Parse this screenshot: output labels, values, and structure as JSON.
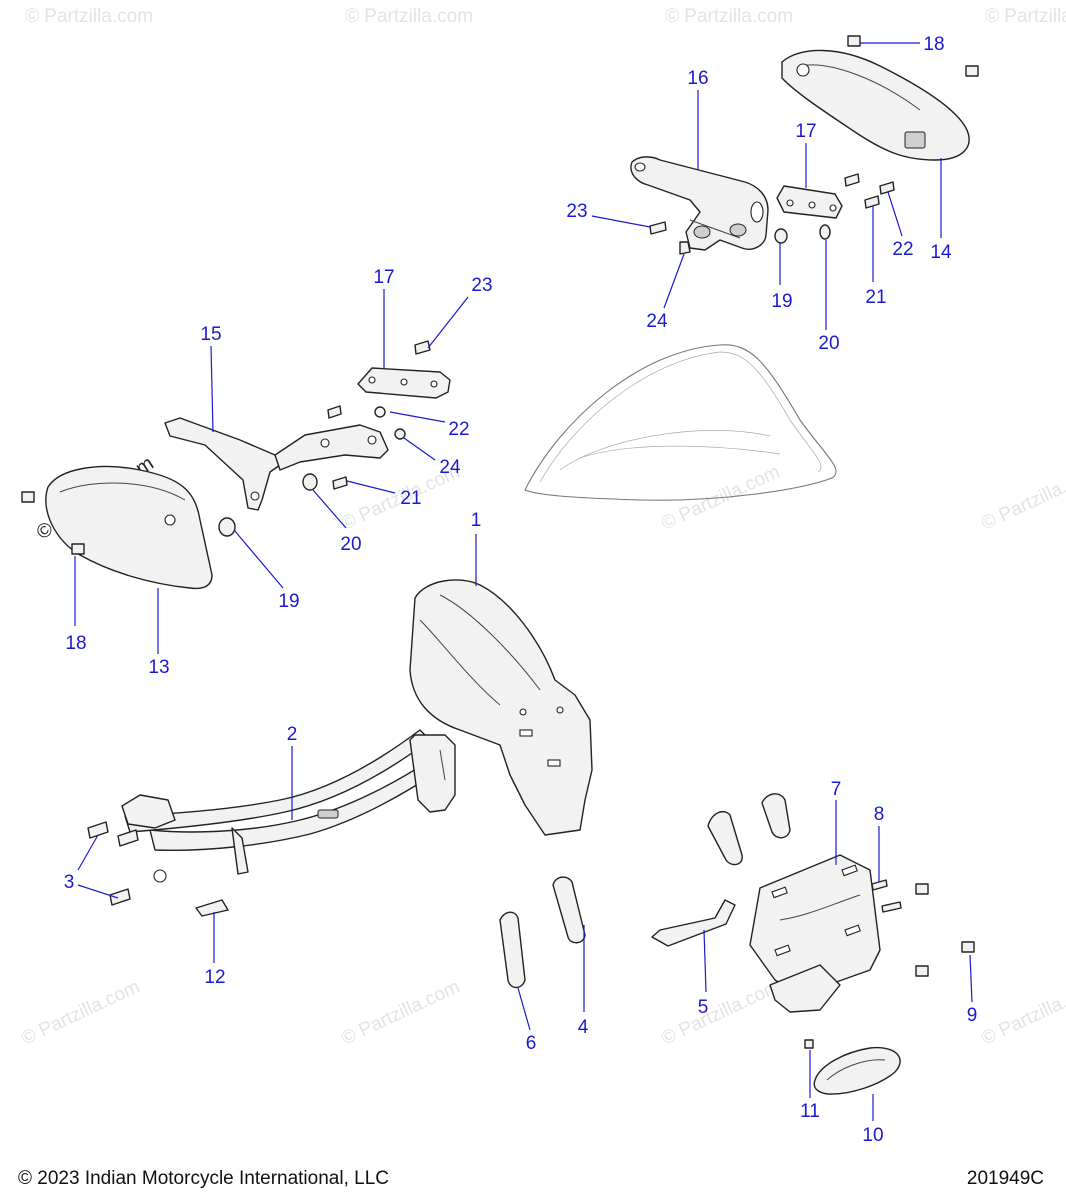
{
  "watermark": {
    "text": "© Partzilla.com"
  },
  "callouts": [
    {
      "id": "c1",
      "label": "1"
    },
    {
      "id": "c2",
      "label": "2"
    },
    {
      "id": "c3",
      "label": "3"
    },
    {
      "id": "c4",
      "label": "4"
    },
    {
      "id": "c5",
      "label": "5"
    },
    {
      "id": "c6",
      "label": "6"
    },
    {
      "id": "c7",
      "label": "7"
    },
    {
      "id": "c8",
      "label": "8"
    },
    {
      "id": "c9",
      "label": "9"
    },
    {
      "id": "c10",
      "label": "10"
    },
    {
      "id": "c11",
      "label": "11"
    },
    {
      "id": "c12",
      "label": "12"
    },
    {
      "id": "c13",
      "label": "13"
    },
    {
      "id": "c14",
      "label": "14"
    },
    {
      "id": "c15",
      "label": "15"
    },
    {
      "id": "c16",
      "label": "16"
    },
    {
      "id": "c17a",
      "label": "17"
    },
    {
      "id": "c17b",
      "label": "17"
    },
    {
      "id": "c18a",
      "label": "18"
    },
    {
      "id": "c18b",
      "label": "18"
    },
    {
      "id": "c19a",
      "label": "19"
    },
    {
      "id": "c19b",
      "label": "19"
    },
    {
      "id": "c20a",
      "label": "20"
    },
    {
      "id": "c20b",
      "label": "20"
    },
    {
      "id": "c21a",
      "label": "21"
    },
    {
      "id": "c21b",
      "label": "21"
    },
    {
      "id": "c22a",
      "label": "22"
    },
    {
      "id": "c22b",
      "label": "22"
    },
    {
      "id": "c23a",
      "label": "23"
    },
    {
      "id": "c23b",
      "label": "23"
    },
    {
      "id": "c24a",
      "label": "24"
    },
    {
      "id": "c24b",
      "label": "24"
    }
  ],
  "footer": {
    "copyright": "© 2023 Indian Motorcycle International, LLC",
    "drawing_number": "201949C"
  },
  "colors": {
    "callout": "#1a1ad0",
    "line_art": "#222222",
    "watermark": "#e3e3e3"
  }
}
